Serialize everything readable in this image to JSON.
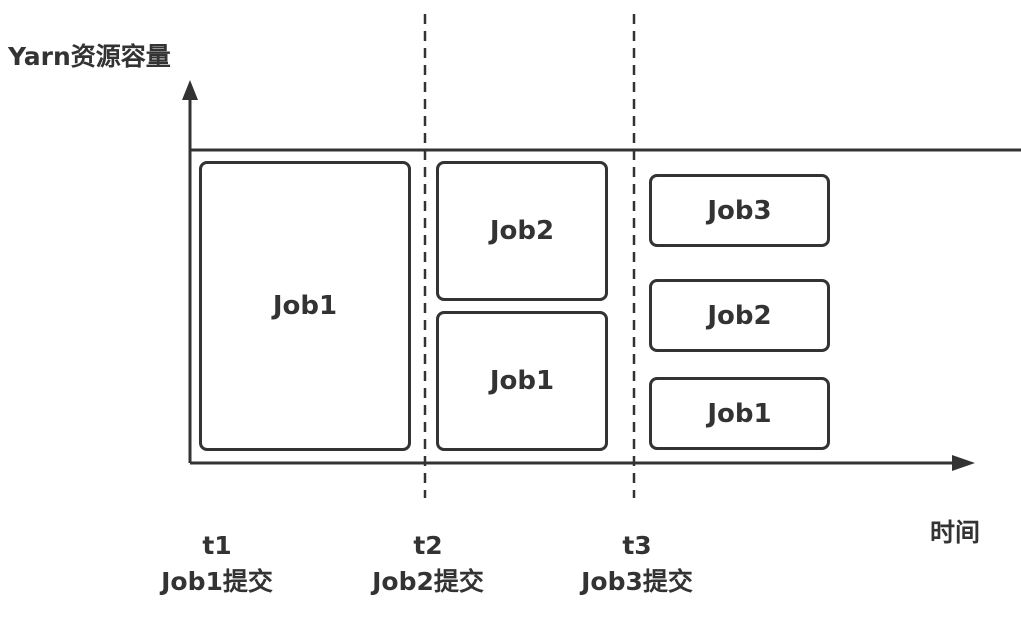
{
  "axes": {
    "y_title": "Yarn资源容量",
    "x_title": "时间"
  },
  "phases": [
    {
      "time": "t1",
      "event": "Job1提交",
      "jobs": [
        "Job1"
      ]
    },
    {
      "time": "t2",
      "event": "Job2提交",
      "jobs": [
        "Job2",
        "Job1"
      ]
    },
    {
      "time": "t3",
      "event": "Job3提交",
      "jobs": [
        "Job3",
        "Job2",
        "Job1"
      ]
    }
  ],
  "colors": {
    "stroke": "#333333",
    "text": "#333333",
    "background": "#ffffff"
  }
}
